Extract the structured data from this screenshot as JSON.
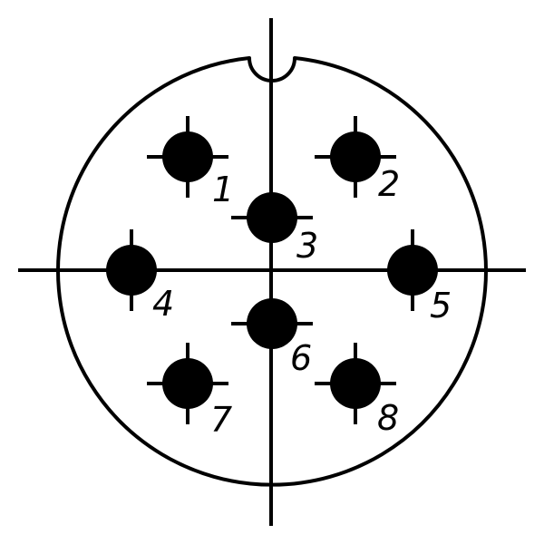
{
  "colors": {
    "background": "#ffffff",
    "ink": "#000000"
  },
  "pins": [
    {
      "label": "1"
    },
    {
      "label": "2"
    },
    {
      "label": "3"
    },
    {
      "label": "4"
    },
    {
      "label": "5"
    },
    {
      "label": "6"
    },
    {
      "label": "7"
    },
    {
      "label": "8"
    }
  ]
}
